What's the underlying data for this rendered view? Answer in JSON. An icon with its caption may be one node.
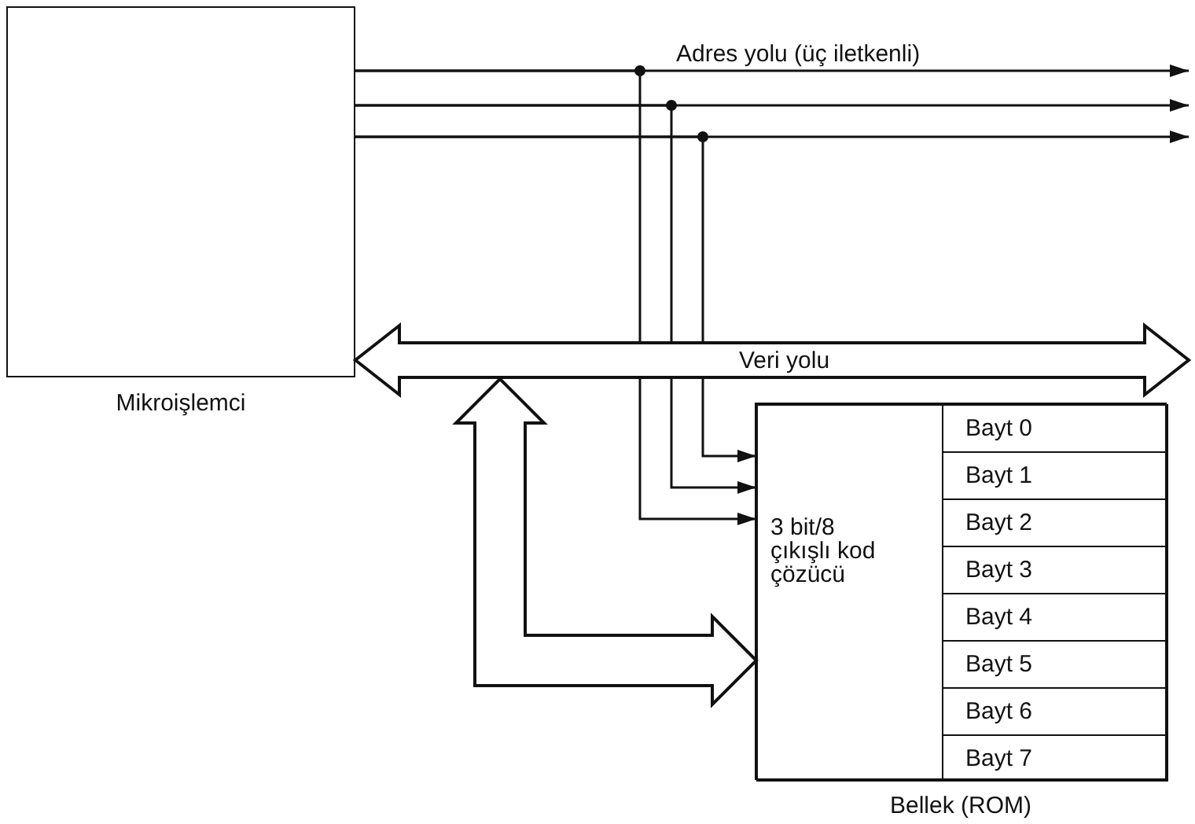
{
  "diagram": {
    "nodes": [
      {
        "text": [
          "Mikroişlemci"
        ]
      },
      {
        "text": [
          "Bellek (ROM)"
        ]
      },
      {
        "text": [
          "3 bit/8 çıkışlı kod çözücü"
        ],
        "in": 1
      },
      {
        "text": [
          "Bayt 0"
        ],
        "in": 1
      },
      {
        "text": [
          "Bayt 1"
        ],
        "in": 1
      },
      {
        "text": [
          "Bayt 2"
        ],
        "in": 1
      },
      {
        "text": [
          "Bayt 3"
        ],
        "in": 1
      },
      {
        "text": [
          "Bayt 4"
        ],
        "in": 1
      },
      {
        "text": [
          "Bayt 5"
        ],
        "in": 1
      },
      {
        "text": [
          "Bayt 6"
        ],
        "in": 1
      },
      {
        "text": [
          "Bayt 7"
        ],
        "in": 1
      }
    ],
    "edges": [
      {
        "from": 0,
        "to": null,
        "arrow": "to",
        "label": "Adres yolu (üç iletkenli)"
      },
      {
        "from": 0,
        "to": null,
        "arrow": "to"
      },
      {
        "from": 0,
        "to": null,
        "arrow": "to"
      },
      {
        "from": 0,
        "to": 2,
        "arrow": "to"
      },
      {
        "from": 0,
        "to": 2,
        "arrow": "to"
      },
      {
        "from": 0,
        "to": 2,
        "arrow": "to"
      },
      {
        "from": 0,
        "to": null,
        "arrow": "both",
        "label": "Veri yolu",
        "style": "thick"
      },
      {
        "from": 0,
        "to": 2,
        "arrow": "both",
        "style": "thick"
      }
    ]
  }
}
